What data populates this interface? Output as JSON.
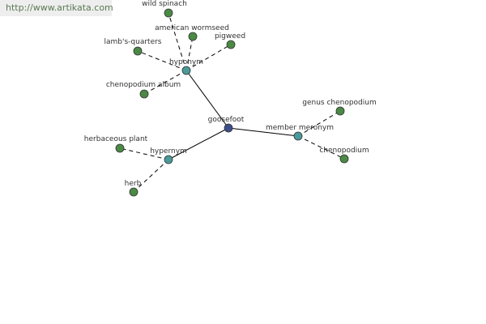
{
  "watermark": "http://www.artikata.com",
  "colors": {
    "root": "#3d4f8a",
    "relation": "#4a9a9a",
    "leaf": "#4a8a44",
    "edge": "#000000"
  },
  "nodes": [
    {
      "id": "goosefoot",
      "label": "goosefoot",
      "kind": "root"
    },
    {
      "id": "hyponym",
      "label": "hyponym",
      "kind": "relation"
    },
    {
      "id": "hypernym",
      "label": "hypernym",
      "kind": "relation"
    },
    {
      "id": "member-meronym",
      "label": "member meronym",
      "kind": "relation"
    },
    {
      "id": "wild-spinach",
      "label": "wild spinach",
      "kind": "leaf"
    },
    {
      "id": "american-wormseed",
      "label": "american wormseed",
      "kind": "leaf"
    },
    {
      "id": "pigweed",
      "label": "pigweed",
      "kind": "leaf"
    },
    {
      "id": "lambs-quarters",
      "label": "lamb's-quarters",
      "kind": "leaf"
    },
    {
      "id": "chenopodium-album",
      "label": "chenopodium album",
      "kind": "leaf"
    },
    {
      "id": "herbaceous-plant",
      "label": "herbaceous plant",
      "kind": "leaf"
    },
    {
      "id": "herb",
      "label": "herb",
      "kind": "leaf"
    },
    {
      "id": "genus-chenopodium",
      "label": "genus chenopodium",
      "kind": "leaf"
    },
    {
      "id": "chenopodium",
      "label": "chenopodium",
      "kind": "leaf"
    }
  ],
  "edges": [
    {
      "from": "goosefoot",
      "to": "hyponym",
      "style": "solid"
    },
    {
      "from": "goosefoot",
      "to": "hypernym",
      "style": "solid"
    },
    {
      "from": "goosefoot",
      "to": "member-meronym",
      "style": "solid"
    },
    {
      "from": "hyponym",
      "to": "wild-spinach",
      "style": "dashed"
    },
    {
      "from": "hyponym",
      "to": "american-wormseed",
      "style": "dashed"
    },
    {
      "from": "hyponym",
      "to": "pigweed",
      "style": "dashed"
    },
    {
      "from": "hyponym",
      "to": "lambs-quarters",
      "style": "dashed"
    },
    {
      "from": "hyponym",
      "to": "chenopodium-album",
      "style": "dashed"
    },
    {
      "from": "hypernym",
      "to": "herbaceous-plant",
      "style": "dashed"
    },
    {
      "from": "hypernym",
      "to": "herb",
      "style": "dashed"
    },
    {
      "from": "member-meronym",
      "to": "genus-chenopodium",
      "style": "dashed"
    },
    {
      "from": "member-meronym",
      "to": "chenopodium",
      "style": "dashed"
    }
  ]
}
